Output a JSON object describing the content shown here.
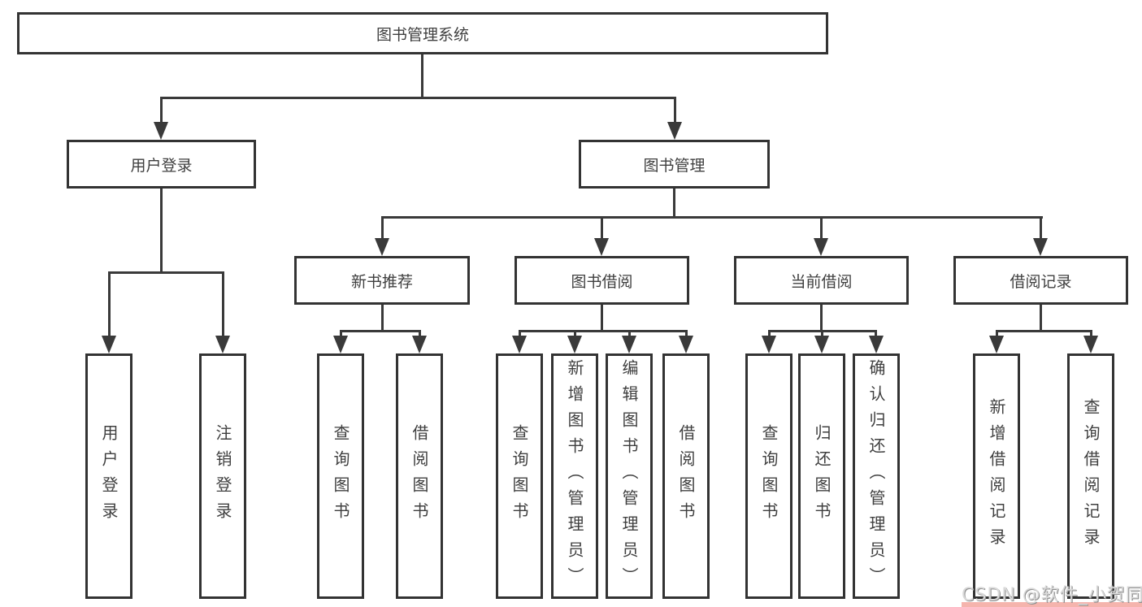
{
  "tree": {
    "root": {
      "label": "图书管理系统",
      "children": [
        {
          "label": "用户登录",
          "children": [
            {
              "label": "用户登录"
            },
            {
              "label": "注销登录"
            }
          ]
        },
        {
          "label": "图书管理",
          "children": [
            {
              "label": "新书推荐",
              "children": [
                {
                  "label": "查询图书"
                },
                {
                  "label": "借阅图书"
                }
              ]
            },
            {
              "label": "图书借阅",
              "children": [
                {
                  "label": "查询图书"
                },
                {
                  "label": "新增图书（管理员）"
                },
                {
                  "label": "编辑图书（管理员）"
                },
                {
                  "label": "借阅图书"
                }
              ]
            },
            {
              "label": "当前借阅",
              "children": [
                {
                  "label": "查询图书"
                },
                {
                  "label": "归还图书"
                },
                {
                  "label": "确认归还（管理员）"
                }
              ]
            },
            {
              "label": "借阅记录",
              "children": [
                {
                  "label": "新增借阅记录"
                },
                {
                  "label": "查询借阅记录"
                }
              ]
            }
          ]
        }
      ]
    }
  },
  "watermark": {
    "text": "CSDN @软件_小贺同学"
  },
  "colors": {
    "line": "#3a3a3a",
    "box_border": "#333333",
    "text": "#3f3f3f",
    "background": "#ffffff",
    "watermark_text": "#d9d9d9",
    "watermark_shadow": "#8f8f8f",
    "bottom_strip": "#f5b4ad"
  }
}
